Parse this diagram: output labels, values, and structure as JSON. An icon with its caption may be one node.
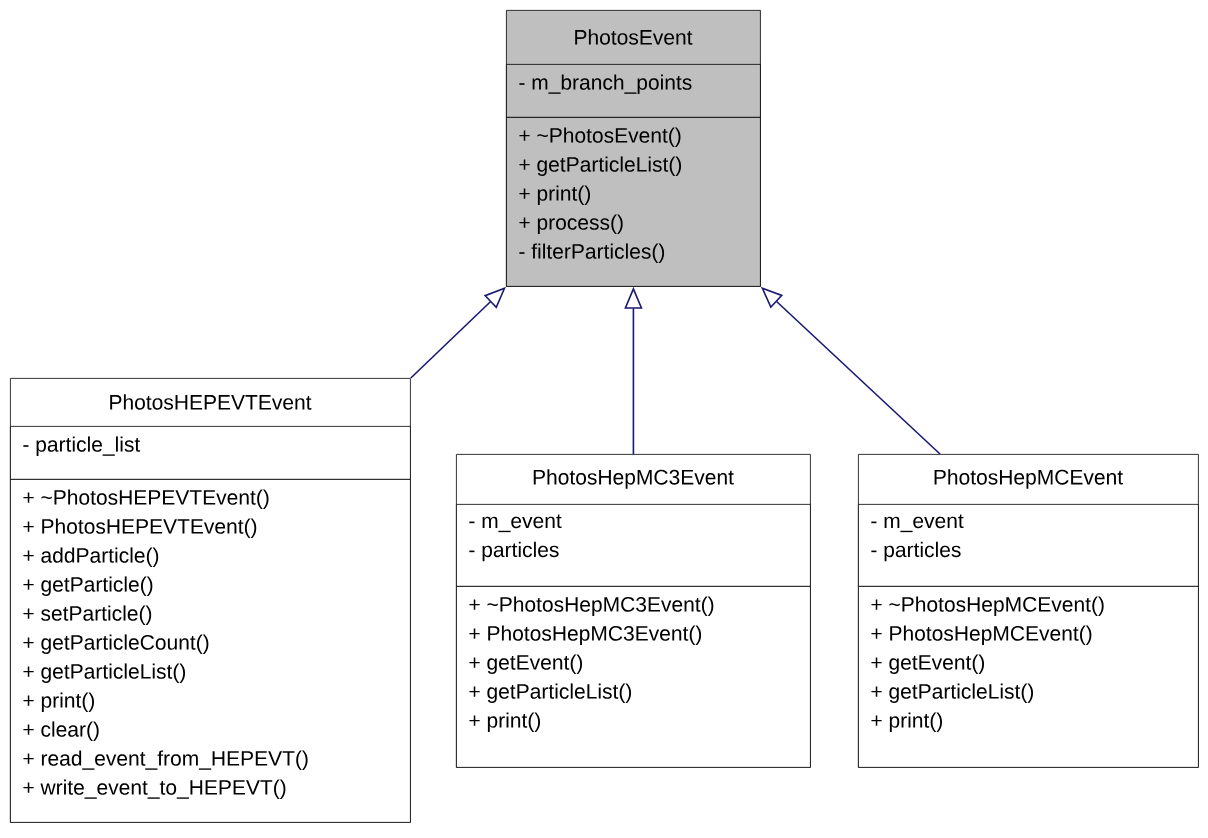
{
  "diagram": {
    "nodes": [
      {
        "text": [
          "PhotosEvent"
        ]
      },
      {
        "text": [
          "- m_branch_points"
        ],
        "in": 0
      },
      {
        "text": [
          "+ ~PhotosEvent()",
          "+ getParticleList()",
          "+ print()",
          "+ process()",
          "- filterParticles()"
        ],
        "in": 0
      },
      {
        "text": [
          "PhotosHEPEVTEvent"
        ]
      },
      {
        "text": [
          "- particle_list"
        ],
        "in": 3
      },
      {
        "text": [
          "+ ~PhotosHEPEVTEvent()",
          "+ PhotosHEPEVTEvent()",
          "+ addParticle()",
          "+ getParticle()",
          "+ setParticle()",
          "+ getParticleCount()",
          "+ getParticleList()",
          "+ print()",
          "+ clear()",
          "+ read_event_from_HEPEVT()",
          "+ write_event_to_HEPEVT()"
        ],
        "in": 3
      },
      {
        "text": [
          "PhotosHepMC3Event"
        ]
      },
      {
        "text": [
          "- m_event",
          "- particles"
        ],
        "in": 6
      },
      {
        "text": [
          "+ ~PhotosHepMC3Event()",
          "+ PhotosHepMC3Event()",
          "+ getEvent()",
          "+ getParticleList()",
          "+ print()"
        ],
        "in": 6
      },
      {
        "text": [
          "PhotosHepMCEvent"
        ]
      },
      {
        "text": [
          "- m_event",
          "- particles"
        ],
        "in": 9
      },
      {
        "text": [
          "+ ~PhotosHepMCEvent()",
          "+ PhotosHepMCEvent()",
          "+ getEvent()",
          "+ getParticleList()",
          "+ print()"
        ],
        "in": 9
      }
    ],
    "edges": [
      {
        "from": 3,
        "to": 0,
        "arrow": "to"
      },
      {
        "from": 6,
        "to": 0,
        "arrow": "to"
      },
      {
        "from": 9,
        "to": 0,
        "arrow": "to"
      }
    ]
  }
}
